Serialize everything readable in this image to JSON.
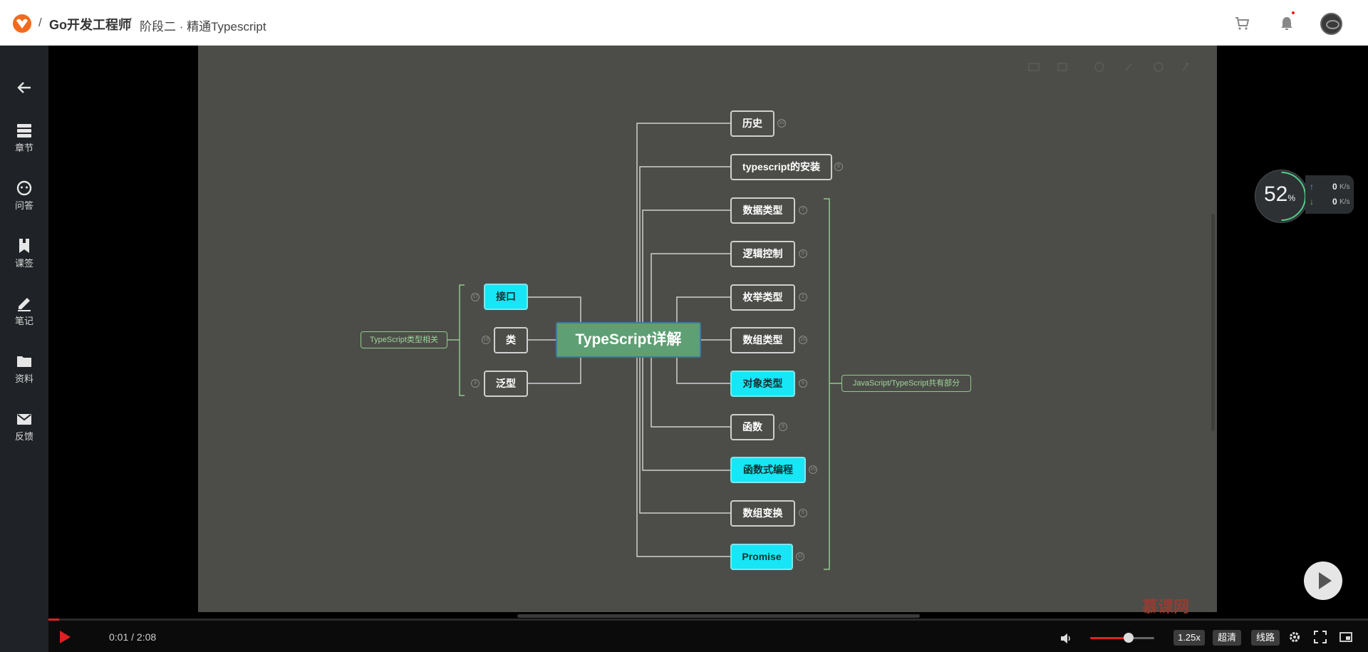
{
  "header": {
    "separator": "/",
    "course": "Go开发工程师",
    "lesson": "阶段二 · 精通Typescript",
    "icons": [
      "cart-icon",
      "bell-icon",
      "avatar"
    ]
  },
  "sidebar": {
    "items": [
      {
        "icon": "back-arrow-icon",
        "label": ""
      },
      {
        "icon": "chapters-icon",
        "label": "章节"
      },
      {
        "icon": "qa-icon",
        "label": "问答"
      },
      {
        "icon": "bookmark-icon",
        "label": "课签"
      },
      {
        "icon": "pencil-icon",
        "label": "笔记"
      },
      {
        "icon": "folder-icon",
        "label": "资料"
      },
      {
        "icon": "mail-icon",
        "label": "反馈"
      }
    ]
  },
  "mindmap": {
    "center": "TypeScript详解",
    "left_group_tag": "TypeScript类型相关",
    "right_group_tag": "JavaScript/TypeScript共有部分",
    "left_nodes": [
      {
        "label": "接口",
        "badge": "17",
        "highlight": true
      },
      {
        "label": "类",
        "badge": "19",
        "highlight": false
      },
      {
        "label": "泛型",
        "badge": "3",
        "highlight": false
      }
    ],
    "right_nodes": [
      {
        "label": "历史",
        "badge": "10",
        "highlight": false
      },
      {
        "label": "typescript的安装",
        "badge": "6",
        "highlight": false
      },
      {
        "label": "数据类型",
        "badge": "7",
        "highlight": false
      },
      {
        "label": "逻辑控制",
        "badge": "5",
        "highlight": false
      },
      {
        "label": "枚举类型",
        "badge": "1",
        "highlight": false
      },
      {
        "label": "数组类型",
        "badge": "15",
        "highlight": false
      },
      {
        "label": "对象类型",
        "badge": "5",
        "highlight": true
      },
      {
        "label": "函数",
        "badge": "9",
        "highlight": false
      },
      {
        "label": "函数式编程",
        "badge": "10",
        "highlight": true
      },
      {
        "label": "数组变换",
        "badge": "5",
        "highlight": false
      },
      {
        "label": "Promise",
        "badge": "11",
        "highlight": true
      }
    ]
  },
  "overlay": {
    "cpu_value": "52",
    "cpu_unit": "%",
    "upload_value": "0",
    "download_value": "0",
    "rate_unit": "K/s",
    "watermark": "慕课网"
  },
  "player": {
    "time": "0:01 / 2:08",
    "progress_fraction": 0.008,
    "volume_fraction": 0.6,
    "speed_label": "1.25x",
    "quality_label": "超清",
    "line_label": "线路"
  },
  "colors": {
    "accent_red": "#e02020",
    "node_cyan": "#16e6f5",
    "center_green": "#5f9f74",
    "brand_orange": "#f26b1d"
  }
}
